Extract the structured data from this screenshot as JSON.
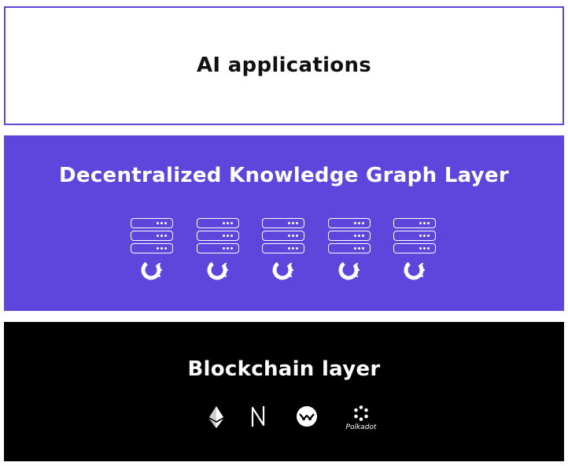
{
  "ai_layer": {
    "title": "AI applications"
  },
  "dkg_layer": {
    "title": "Decentralized Knowledge Graph Layer",
    "node_count": 5
  },
  "blockchain_layer": {
    "title": "Blockchain layer",
    "chains": [
      {
        "name": "ethereum",
        "icon": "ethereum-icon"
      },
      {
        "name": "near",
        "icon": "near-icon"
      },
      {
        "name": "gnosis",
        "icon": "gnosis-icon"
      },
      {
        "name": "polkadot",
        "icon": "polkadot-icon",
        "label": "Polkadot"
      }
    ]
  },
  "colors": {
    "accent": "#5e45dc",
    "dark": "#000000",
    "light": "#ffffff"
  }
}
